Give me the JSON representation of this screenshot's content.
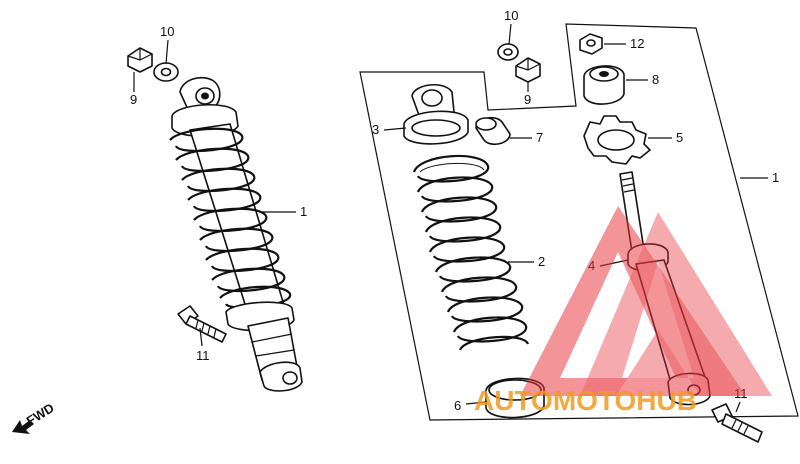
{
  "diagram": {
    "callouts": {
      "left_cap_nut": "9",
      "left_washer": "10",
      "left_shock_assembly": "1",
      "left_bolt": "11",
      "right_washer": "10",
      "right_cap_nut": "9",
      "upper_seat": "3",
      "bushing": "7",
      "top_nut": "12",
      "rubber_bushing": "8",
      "spring_adjuster": "5",
      "assembly_bracket": "1",
      "spring": "2",
      "damper": "4",
      "lower_seat": "6",
      "right_bolt": "11"
    },
    "direction_label": "FWD",
    "watermark": "AUTOMOTOHUB",
    "colors": {
      "line": "#111111",
      "watermark_red": "#e8333a",
      "watermark_orange": "#f29a1f",
      "background": "#ffffff"
    }
  }
}
